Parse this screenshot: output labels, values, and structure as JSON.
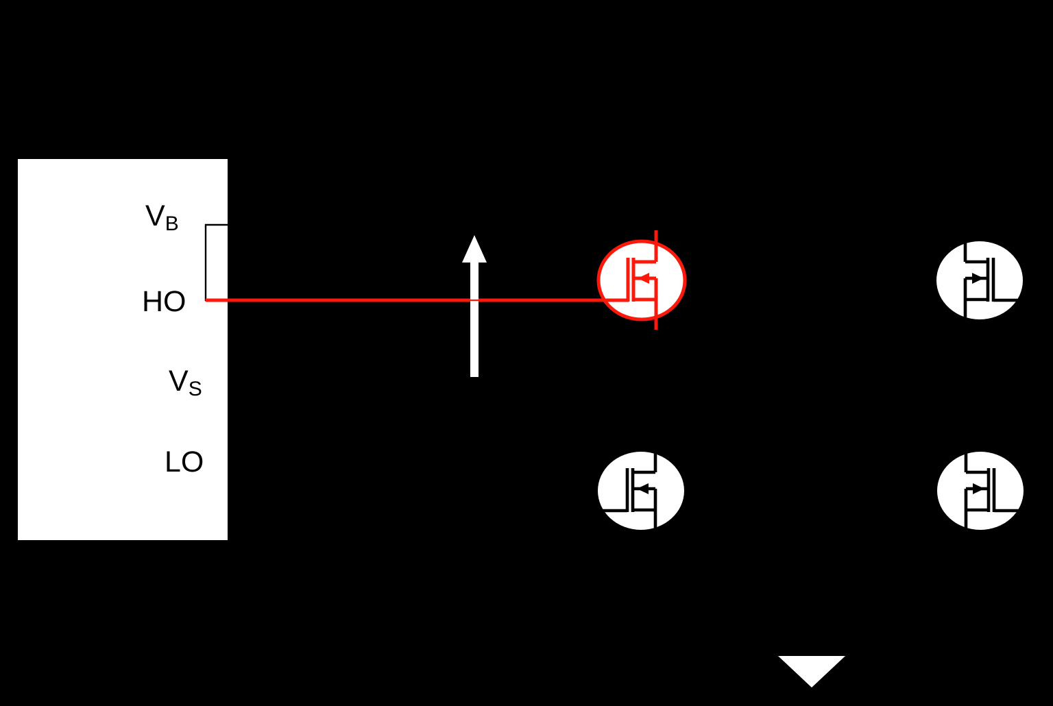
{
  "diagram": {
    "type": "half-bridge gate driver schematic with highlighted high-side MOSFET",
    "colors": {
      "background": "#000000",
      "highlight_red": "#fa190a",
      "symbol_black": "#000000",
      "shape_white": "#ffffff"
    },
    "driver": {
      "pins": {
        "vb": {
          "text": "V",
          "sub": "B"
        },
        "ho": {
          "text": "HO",
          "sub": ""
        },
        "vs": {
          "text": "V",
          "sub": "S"
        },
        "lo": {
          "text": "LO",
          "sub": ""
        }
      }
    }
  }
}
